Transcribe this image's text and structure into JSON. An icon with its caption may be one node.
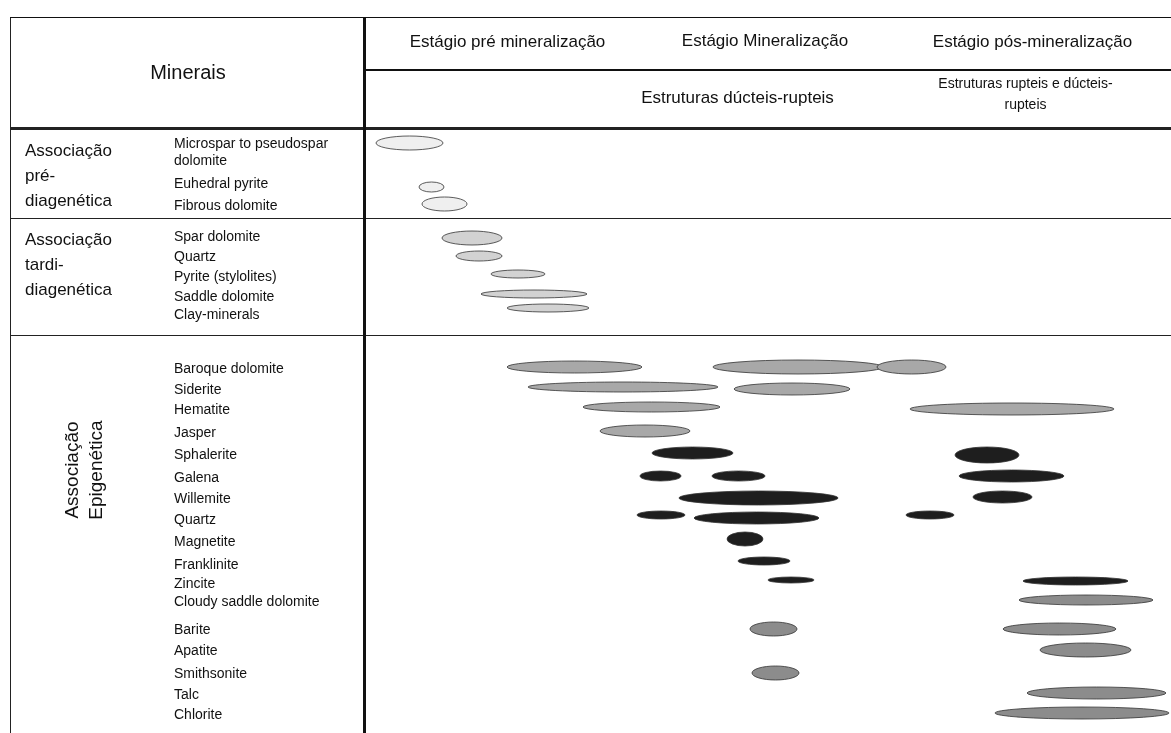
{
  "diagram": {
    "nodes": [
      {
        "text": [
          "Minerais"
        ]
      },
      {
        "text": [
          "Associação pré-diagenética"
        ]
      },
      {
        "text": [
          "Associação tardi-diagenética"
        ]
      },
      {
        "text": [
          "Associação Epigenética"
        ]
      }
    ],
    "labels": [
      "Estágio pré mineralização",
      "Estágio Mineralização",
      "Estágio pós-mineralização",
      "Estruturas dúcteis-rupteis",
      "Estruturas rupteis e dúcteis-rupteis",
      "Microspar to pseudospar dolomite",
      "Euhedral pyrite",
      "Fibrous dolomite",
      "Spar dolomite",
      "Quartz",
      "Pyrite (stylolites)",
      "Saddle dolomite",
      "Clay-minerals",
      "Baroque dolomite",
      "Siderite",
      "Hematite",
      "Jasper",
      "Sphalerite",
      "Galena",
      "Willemite",
      "Quartz",
      "Magnetite",
      "Franklinite",
      "Zincite",
      "Cloudy saddle dolomite",
      "Barite",
      "Apatite",
      "Smithsonite",
      "Talc",
      "Chlorite"
    ]
  }
}
